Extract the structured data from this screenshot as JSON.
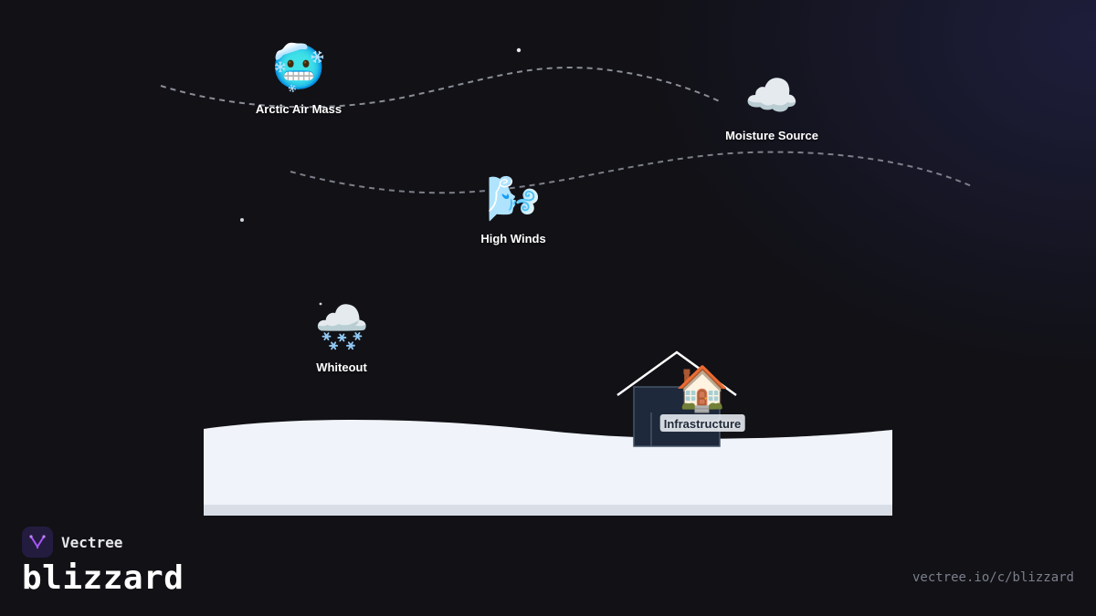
{
  "diagram": {
    "nodes": [
      {
        "id": "arctic",
        "emoji": "🥶",
        "label": "Arctic Air Mass"
      },
      {
        "id": "moisture",
        "emoji": "☁️",
        "label": "Moisture Source"
      },
      {
        "id": "winds",
        "emoji": "🌬️",
        "label": "High Winds"
      },
      {
        "id": "whiteout",
        "emoji": "🌨️",
        "label": "Whiteout"
      },
      {
        "id": "infra",
        "emoji": "🏠",
        "label": "Infrastructure"
      }
    ]
  },
  "brand": {
    "name": "Vectree",
    "title": "blizzard",
    "url": "vectree.io/c/blizzard"
  },
  "colors": {
    "background": "#111116",
    "snow": "#f0f4fa",
    "house": "#1e293b",
    "logo_bg": "#241c3f",
    "logo_mark": "#a855f7"
  }
}
